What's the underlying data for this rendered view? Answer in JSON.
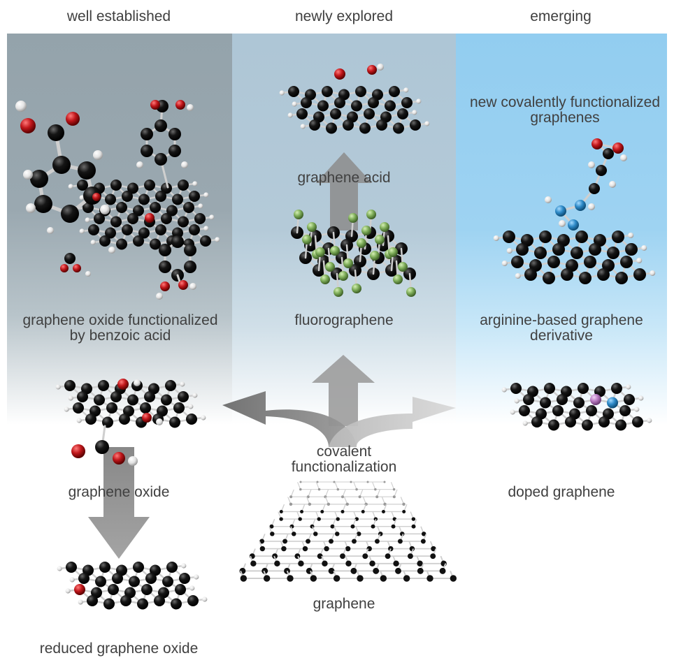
{
  "columns": {
    "left": "well established",
    "middle": "newly explored",
    "right": "emerging"
  },
  "labels": {
    "go_benzoic_1": "graphene oxide functionalized",
    "go_benzoic_2": "by benzoic acid",
    "graphene_oxide": "graphene oxide",
    "reduced_go": "reduced graphene oxide",
    "graphene_acid": "graphene acid",
    "fluorographene": "fluorographene",
    "covalent": "covalent",
    "functionalization": "functionalization",
    "graphene": "graphene",
    "new_cov_1": "new covalently functionalized",
    "new_cov_2": "graphenes",
    "arginine_1": "arginine-based graphene",
    "arginine_2": "derivative",
    "doped": "doped graphene"
  },
  "colors": {
    "carbon": "#111111",
    "oxygen": "#c0171b",
    "hydrogen": "#e8e8e8",
    "fluorine": "#7fae5a",
    "nitrogen": "#2e8ac8",
    "dopant": "#b97bc2",
    "arrow": "#8a8a8a"
  }
}
